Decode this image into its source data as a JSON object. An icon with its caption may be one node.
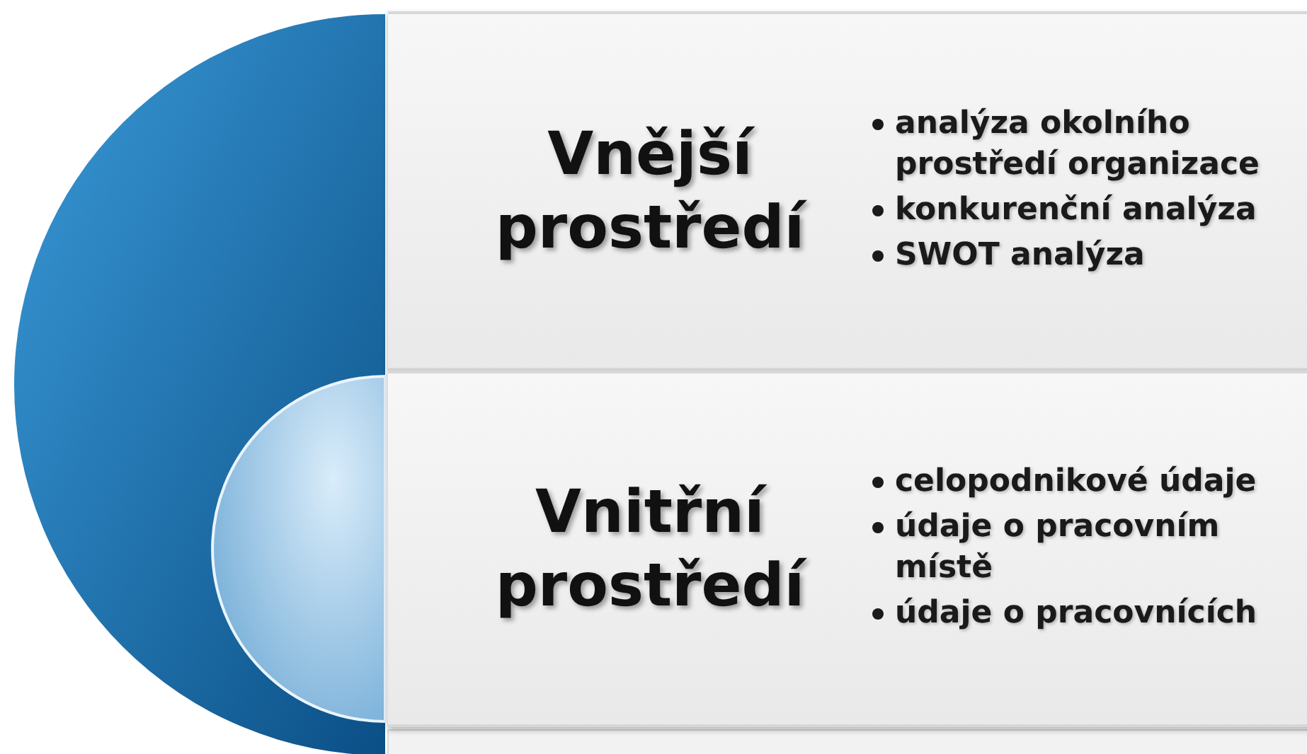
{
  "diagram": {
    "nodes": [
      {
        "text": [
          "Vnější prostředí",
          "analýza okolního prostředí organizace",
          "konkurenční analýza",
          "SWOT analýza"
        ]
      },
      {
        "text": [
          "Vnitřní prostředí",
          "celopodnikové údaje",
          "údaje o pracovním místě",
          "údaje o pracovnících"
        ]
      }
    ]
  }
}
